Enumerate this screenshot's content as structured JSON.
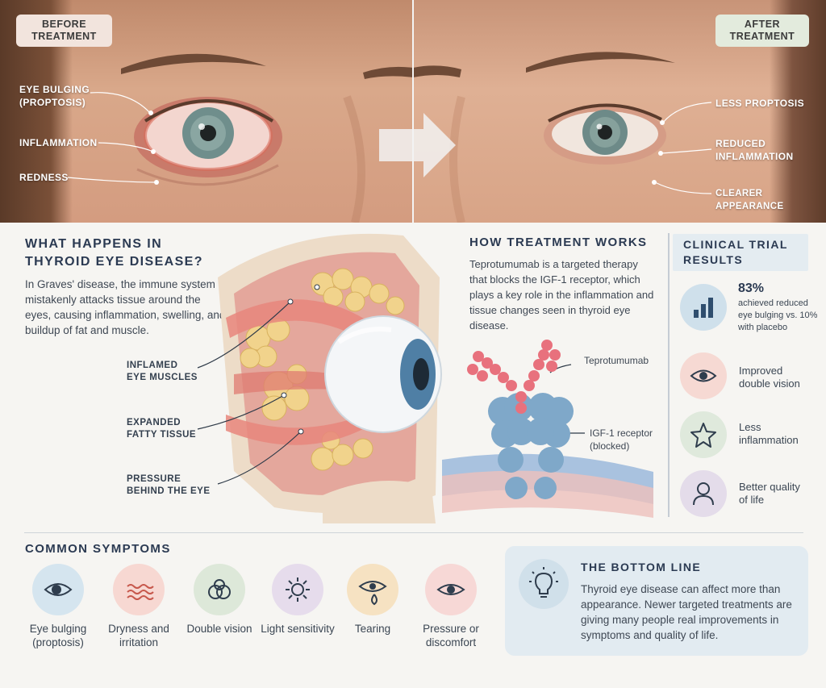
{
  "photos": {
    "before_label": "BEFORE TREATMENT",
    "after_label": "AFTER TREATMENT",
    "before_callouts": [
      "EYE BULGING (PROPTOSIS)",
      "INFLAMMATION",
      "REDNESS"
    ],
    "after_callouts": [
      "LESS PROPTOSIS",
      "REDUCED INFLAMMATION",
      "CLEARER APPEARANCE"
    ]
  },
  "disease": {
    "heading": "WHAT HAPPENS IN THYROID EYE DISEASE?",
    "body": "In Graves' disease, the immune system mistakenly attacks tissue around the eyes, causing inflammation, swelling, and buildup of fat and muscle.",
    "labels": [
      "INFLAMED EYE MUSCLES",
      "EXPANDED FATTY TISSUE",
      "PRESSURE BEHIND THE EYE"
    ]
  },
  "treatment": {
    "heading": "HOW TREATMENT WORKS",
    "body": "Teprotumumab is a targeted therapy that blocks the IGF-1 receptor, which plays a key role in the inflammation and tissue changes seen in thyroid eye disease.",
    "antibody_label": "Teprotumumab",
    "receptor_label": "IGF-1 receptor (blocked)"
  },
  "results": {
    "heading": "CLINICAL TRIAL RESULTS",
    "items": [
      {
        "icon": "bar-chart-icon",
        "value": "83%",
        "text": "achieved reduced eye bulging vs. 10% with placebo",
        "color": "#cfe0eb"
      },
      {
        "icon": "eye-icon",
        "text": "Improved double vision",
        "color": "#f6d9d3"
      },
      {
        "icon": "star-icon",
        "text": "Less inflammation",
        "color": "#dfe9dc"
      },
      {
        "icon": "person-icon",
        "text": "Better quality of life",
        "color": "#e4dcea"
      }
    ]
  },
  "symptoms": {
    "heading": "COMMON SYMPTOMS",
    "items": [
      {
        "icon": "eye-icon",
        "label": "Eye bulging (proptosis)",
        "color": "#d5e5ef"
      },
      {
        "icon": "waves-icon",
        "label": "Dryness and irritation",
        "color": "#f7d8d2"
      },
      {
        "icon": "double-circle-icon",
        "label": "Double vision",
        "color": "#dde8d9"
      },
      {
        "icon": "sun-icon",
        "label": "Light sensitivity",
        "color": "#e6dcec"
      },
      {
        "icon": "tear-eye-icon",
        "label": "Tearing",
        "color": "#f6e2c2"
      },
      {
        "icon": "eye-icon",
        "label": "Pressure or discomfort",
        "color": "#f7d8d6"
      }
    ]
  },
  "bottom_line": {
    "heading": "THE BOTTOM LINE",
    "icon": "lightbulb-icon",
    "body": "Thyroid eye disease can affect more than appearance. Newer targeted treatments are giving many people real improvements in symptoms and quality of life."
  }
}
